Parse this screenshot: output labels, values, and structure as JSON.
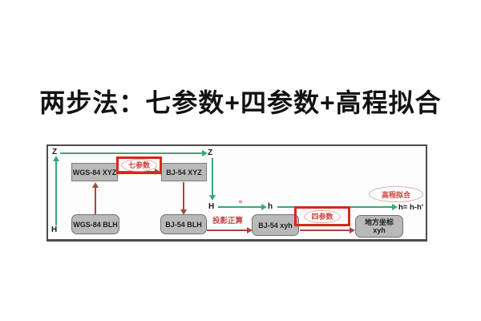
{
  "title": "两步法：七参数+四参数+高程拟合",
  "colors": {
    "background": "#ffffff",
    "frame_border": "#4c4c4c",
    "node_fill": "#b9b9b9",
    "node_border": "#7d7d7d",
    "green_arrow": "#3aa873",
    "red_arrow": "#a9453f",
    "annotation_red": "#d6281e",
    "annotation_text": "#d0413c",
    "title_text": "#121212"
  },
  "diagram": {
    "axis": {
      "z_left": "Z",
      "z_right": "Z",
      "h_left": "H",
      "h_mid": "H",
      "h_lower": "h",
      "approx_symbol": "≈",
      "h_result": "h= h-h'"
    },
    "nodes": {
      "wgs84_xyz": "WGS-84 XYZ",
      "bj54_xyz": "BJ-54  XYZ",
      "wgs84_blh": "WGS-84 BLH",
      "bj54_blh": "BJ-54 BLH",
      "bj54_xyh": "BJ-54 xyh",
      "local_coord_line1": "地方坐标",
      "local_coord_line2": "xyh"
    },
    "annotations": {
      "seven_param": "七参数",
      "four_param": "四参数",
      "elevation_fitting": "高程拟合",
      "projection_forward": "投影正算"
    }
  }
}
